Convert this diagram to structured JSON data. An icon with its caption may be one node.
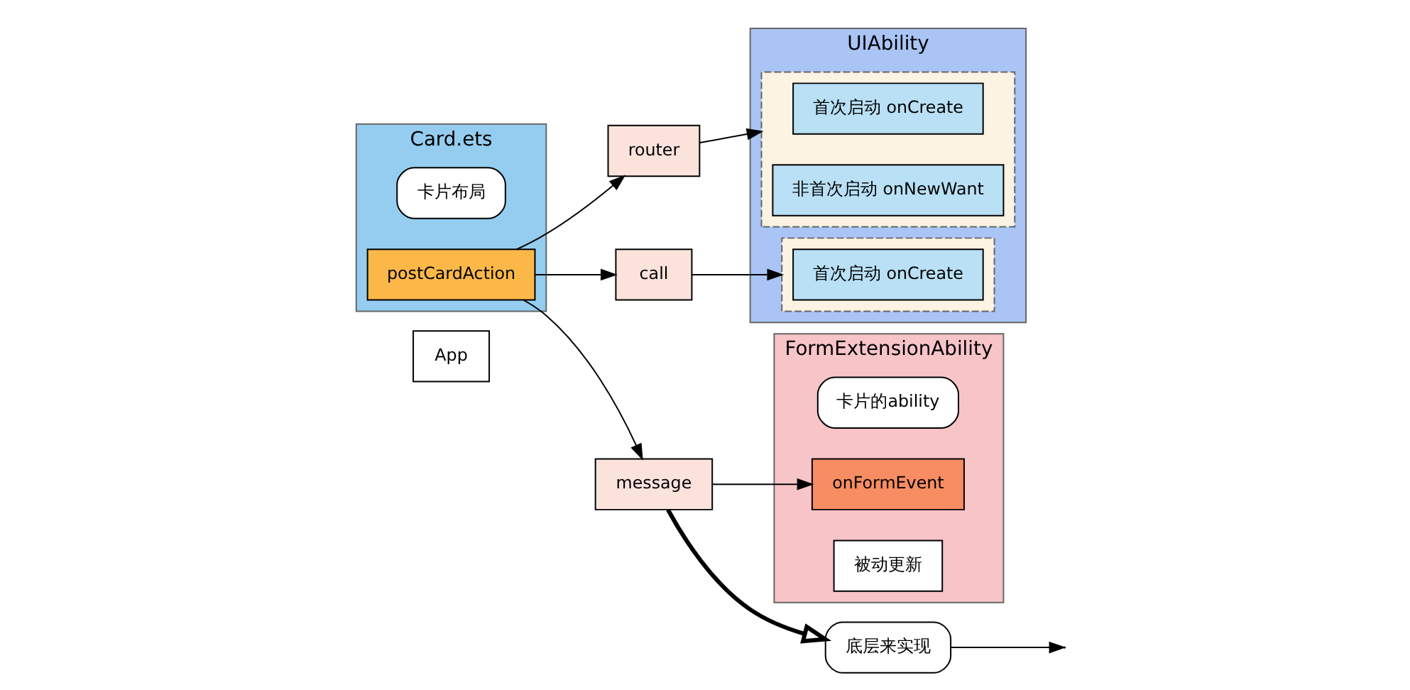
{
  "diagram": {
    "nodes": [
      {
        "text": [
          "App"
        ]
      },
      {
        "text": [
          "UIAbility"
        ]
      },
      {
        "text": [],
        "shape": "box",
        "in": 1
      },
      {
        "text": [
          "首次启动 onCreate"
        ],
        "in": 2
      },
      {
        "text": [
          "非首次启动 onNewWant"
        ],
        "in": 2
      },
      {
        "text": [],
        "shape": "box",
        "in": 1
      },
      {
        "text": [
          "首次启动 onCreate"
        ],
        "in": 5
      },
      {
        "text": [
          "router"
        ]
      },
      {
        "text": [
          "call"
        ]
      },
      {
        "text": [
          "Card.ets"
        ]
      },
      {
        "text": [
          "卡片布局"
        ],
        "in": 9
      },
      {
        "text": [
          "postCardAction"
        ],
        "in": 9
      },
      {
        "text": [
          "message"
        ]
      },
      {
        "text": [
          "FormExtensionAbility"
        ]
      },
      {
        "text": [
          "卡片的ability"
        ],
        "in": 13
      },
      {
        "text": [
          "onFormEvent"
        ],
        "in": 13
      },
      {
        "text": [
          "被动更新"
        ],
        "in": 13
      },
      {
        "text": [
          "底层来实现"
        ]
      }
    ],
    "edges": [
      {
        "from": 11,
        "to": 7,
        "arrow": "to"
      },
      {
        "from": 11,
        "to": 8,
        "arrow": "to"
      },
      {
        "from": 7,
        "to": 2,
        "arrow": "to"
      },
      {
        "from": 8,
        "to": 5,
        "arrow": "to"
      },
      {
        "from": 11,
        "to": 12,
        "arrow": "to"
      },
      {
        "from": 12,
        "to": 15,
        "arrow": "to"
      },
      {
        "from": 12,
        "to": 17,
        "arrow": "to",
        "style": "thick"
      },
      {
        "from": 17,
        "to": null,
        "arrow": "to"
      }
    ]
  }
}
